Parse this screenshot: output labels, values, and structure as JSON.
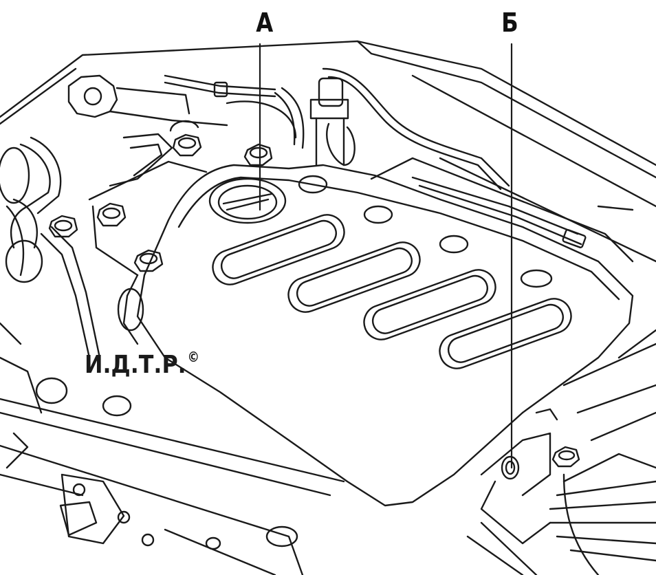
{
  "callouts": {
    "a": "А",
    "b": "Б"
  },
  "watermark": {
    "text": "И.Д.Т.Р.",
    "symbol": "©"
  },
  "colors": {
    "line": "#1a1a1a",
    "background": "#ffffff"
  }
}
